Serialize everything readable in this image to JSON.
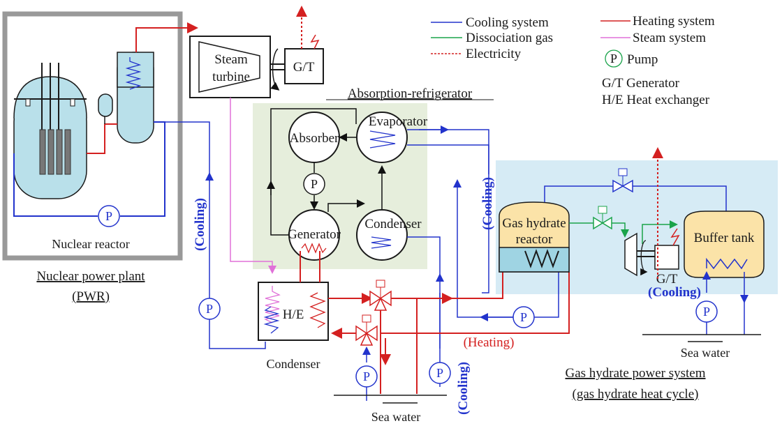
{
  "legend": {
    "cooling": "Cooling system",
    "heating": "Heating system",
    "dissociation": "Dissociation gas",
    "steam": "Steam system",
    "electricity": "Electricity",
    "pump_symbol": "P",
    "pump": "Pump",
    "gt": "G/T Generator",
    "he": "H/E Heat exchanger"
  },
  "colors": {
    "cooling": "#2233cc",
    "heating": "#d42020",
    "dissociation": "#1aa34a",
    "steam": "#e070d8",
    "absorption_bg": "#e6eedc",
    "hydrate_bg": "#d6ebf5",
    "vessel_fill": "#fbe3a8",
    "reactor_fill": "#b9e0ea"
  },
  "labels": {
    "nuclear_reactor": "Nuclear reactor",
    "npp_line1": "Nuclear power plant",
    "npp_line2": "(PWR)",
    "steam_turbine_1": "Steam",
    "steam_turbine_2": "turbine",
    "gt": "G/T",
    "absorption_title": "Absorption-refrigerator",
    "absorber": "Absorber",
    "evaporator": "Evaporator",
    "generator": "Generator",
    "condenser": "Condenser",
    "he": "H/E",
    "condenser_bottom": "Condenser",
    "gh_reactor_1": "Gas hydrate",
    "gh_reactor_2": "reactor",
    "buffer_tank": "Buffer tank",
    "gt_right": "G/T",
    "cooling": "(Cooling)",
    "heating": "(Heating)",
    "sea_water": "Sea water",
    "ghps_line1": "Gas hydrate power system",
    "ghps_line2": "(gas hydrate heat cycle)",
    "pump": "P"
  }
}
